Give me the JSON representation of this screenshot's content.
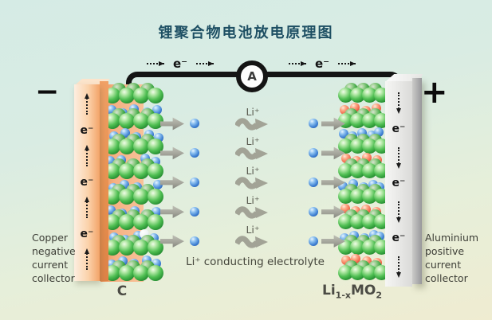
{
  "title": "锂聚合物电池放电原理图",
  "colors": {
    "title_text": "#1d4f63",
    "wire": "#141414",
    "green_sphere": "#50bf53",
    "blue_sphere": "#3e7fd2",
    "red_sphere": "#f16549",
    "copper_collector": "#f5a96e",
    "aluminium_collector": "#dedede",
    "arrow_gray": "#a2a396"
  },
  "circuit": {
    "ammeter_label": "A",
    "flow_labels": [
      "e⁻",
      "e⁻"
    ]
  },
  "left_collector": {
    "sign": "−",
    "electron_labels": [
      "e⁻",
      "e⁻",
      "e⁻"
    ],
    "arrow_direction": "up",
    "caption_lines": [
      "Copper",
      "negative",
      "current",
      "collector"
    ]
  },
  "right_collector": {
    "sign": "+",
    "electron_labels": [
      "e⁻",
      "e⁻",
      "e⁻"
    ],
    "arrow_direction": "down",
    "caption_lines": [
      "Aluminium",
      "positive",
      "current",
      "collector"
    ]
  },
  "left_electrode": {
    "label": "C",
    "green_layer_count": 8,
    "interlayer_pattern": [
      "blue",
      "blue",
      "blue",
      "blue",
      "blue",
      "blue",
      "blue"
    ]
  },
  "right_electrode": {
    "formula_base": "Li",
    "formula_sub": "1-x",
    "formula_base2": "MO",
    "formula_sub2": "2",
    "green_layer_count": 8,
    "interlayer_pattern": [
      "red",
      "blue",
      "red",
      "blue",
      "red",
      "blue",
      "red"
    ]
  },
  "electrolyte": {
    "caption": "Li⁺ conducting electrolyte",
    "rows": [
      {
        "label": "Li⁺"
      },
      {
        "label": "Li⁺"
      },
      {
        "label": "Li⁺"
      },
      {
        "label": "Li⁺"
      },
      {
        "label": "Li⁺"
      }
    ]
  }
}
